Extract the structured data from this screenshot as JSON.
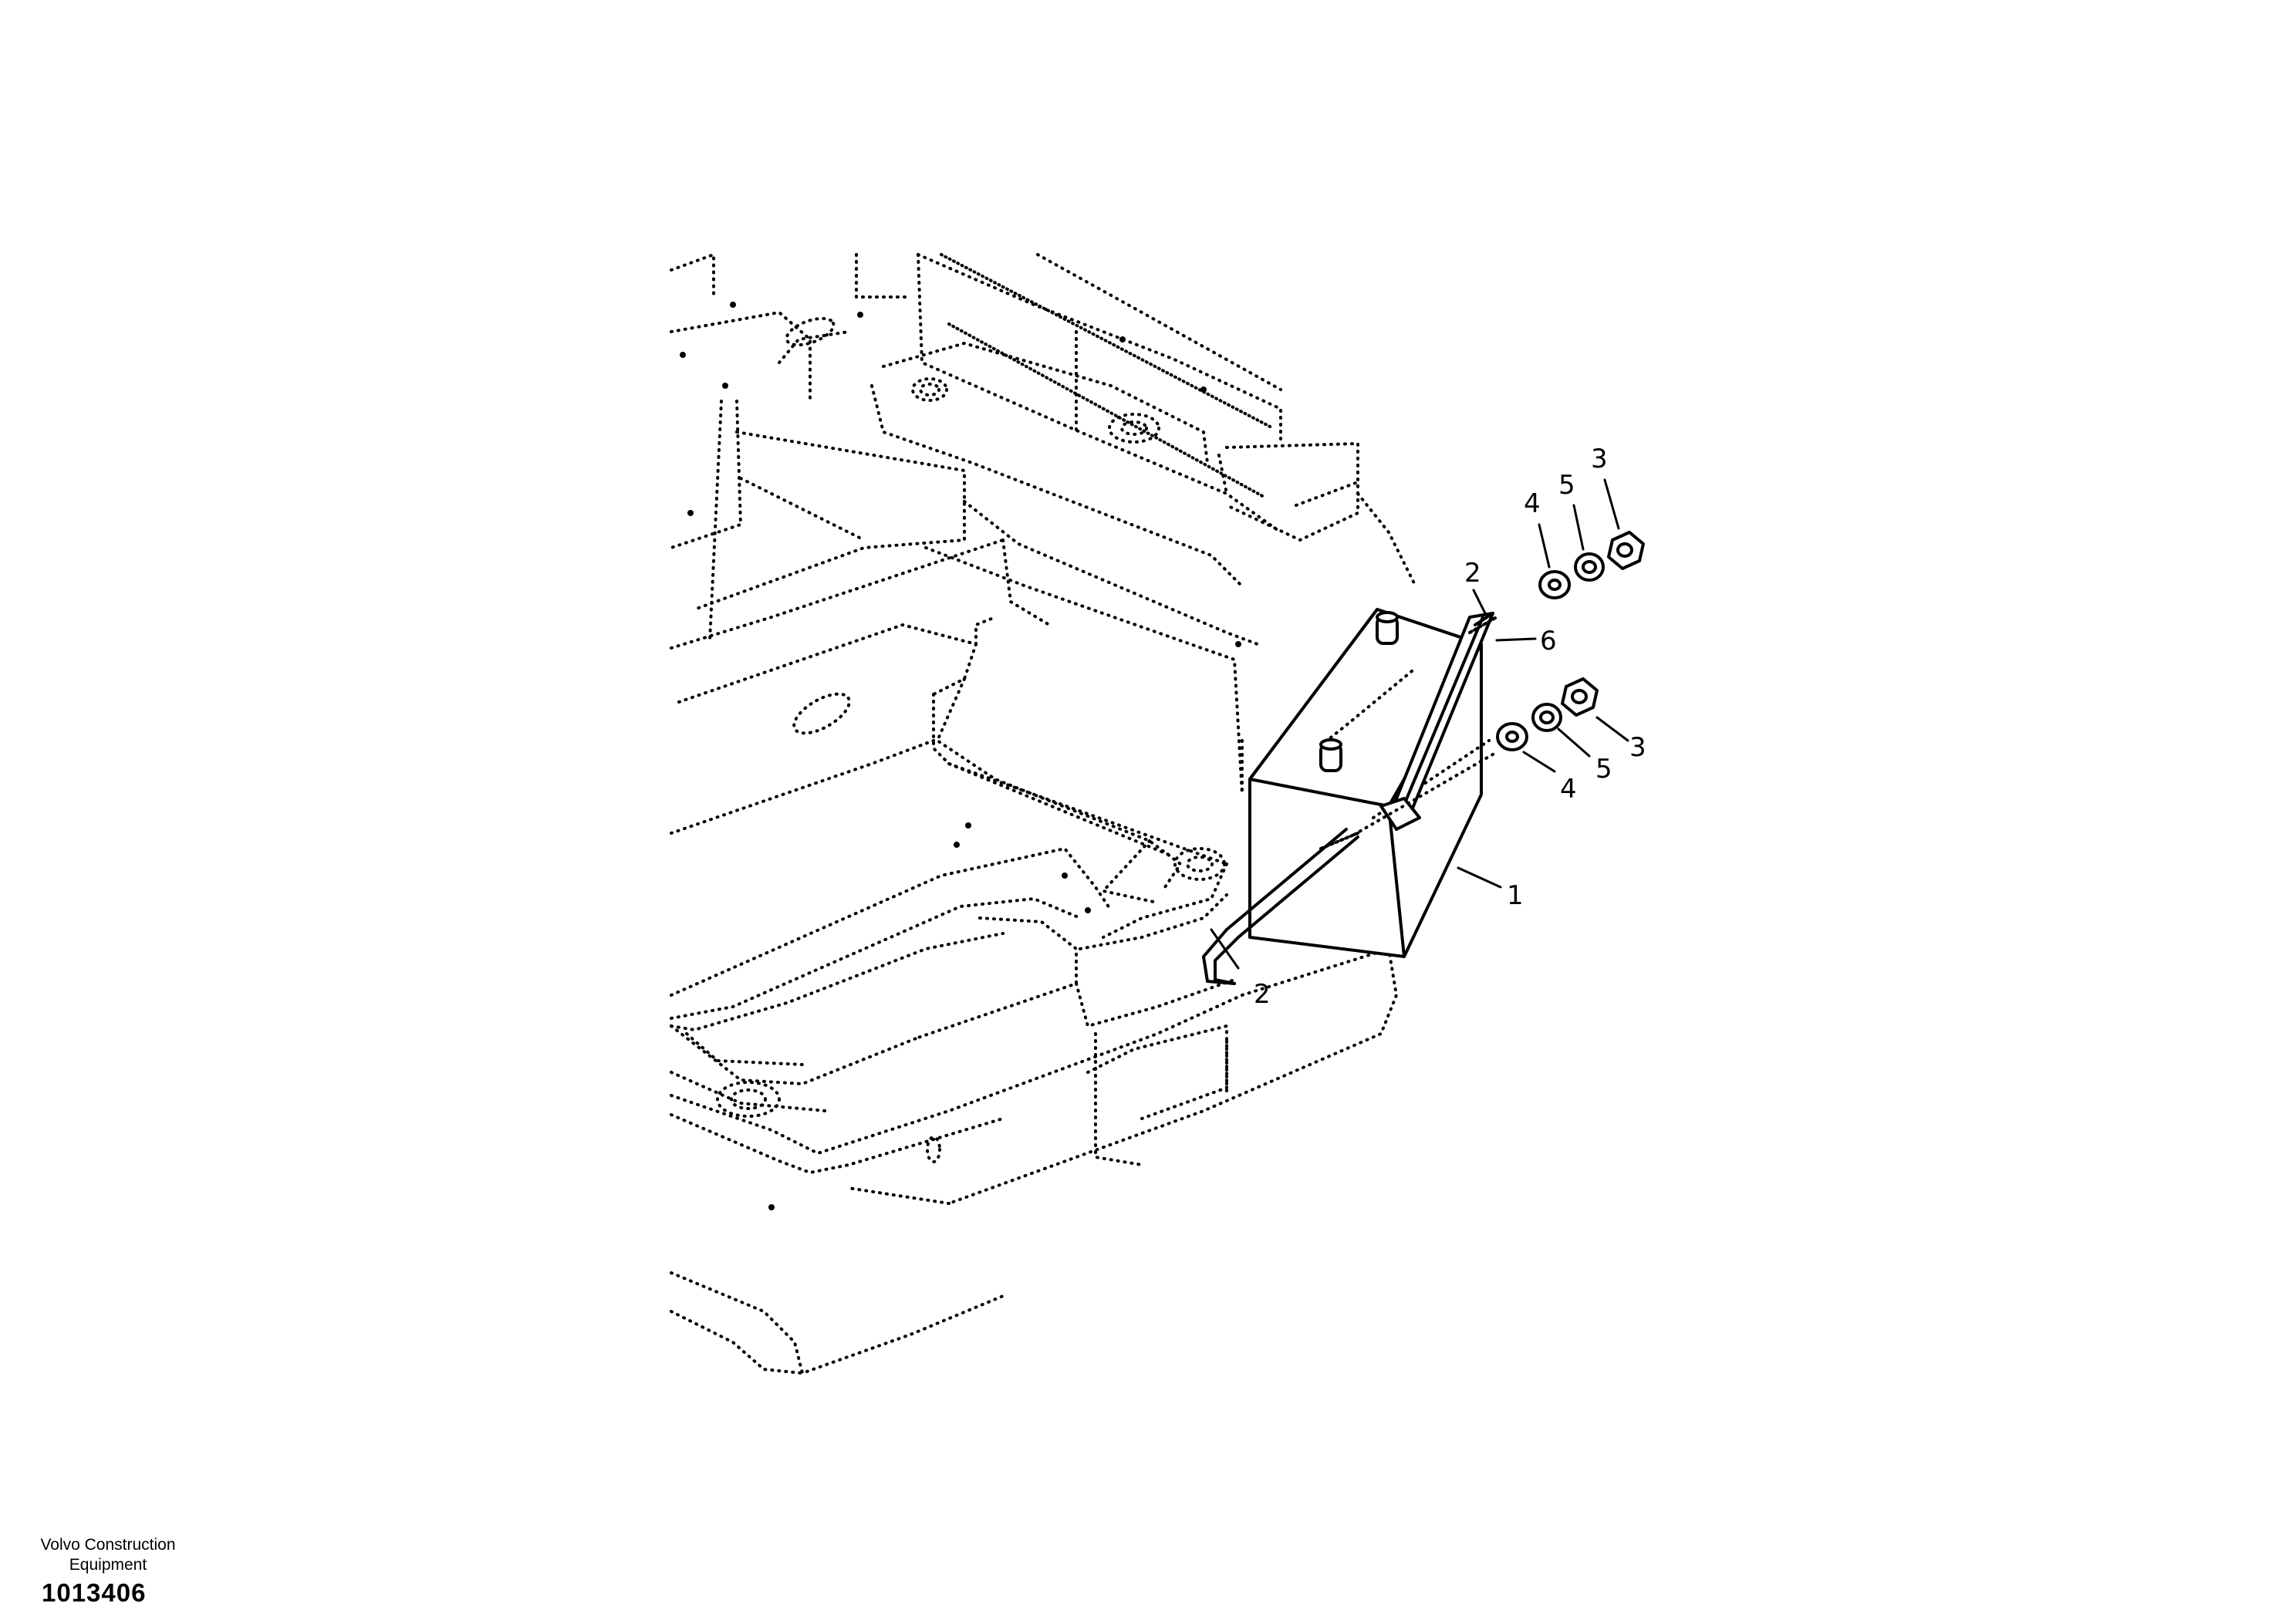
{
  "footer": {
    "brand_line1": "Volvo Construction",
    "brand_line2": "Equipment",
    "drawing_number": "1013406"
  },
  "callouts": {
    "c1": "1",
    "c2_top": "2",
    "c2_bottom": "2",
    "c3_top": "3",
    "c3_mid": "3",
    "c4_top": "4",
    "c4_mid": "4",
    "c5_top": "5",
    "c5_mid": "5",
    "c6": "6"
  }
}
